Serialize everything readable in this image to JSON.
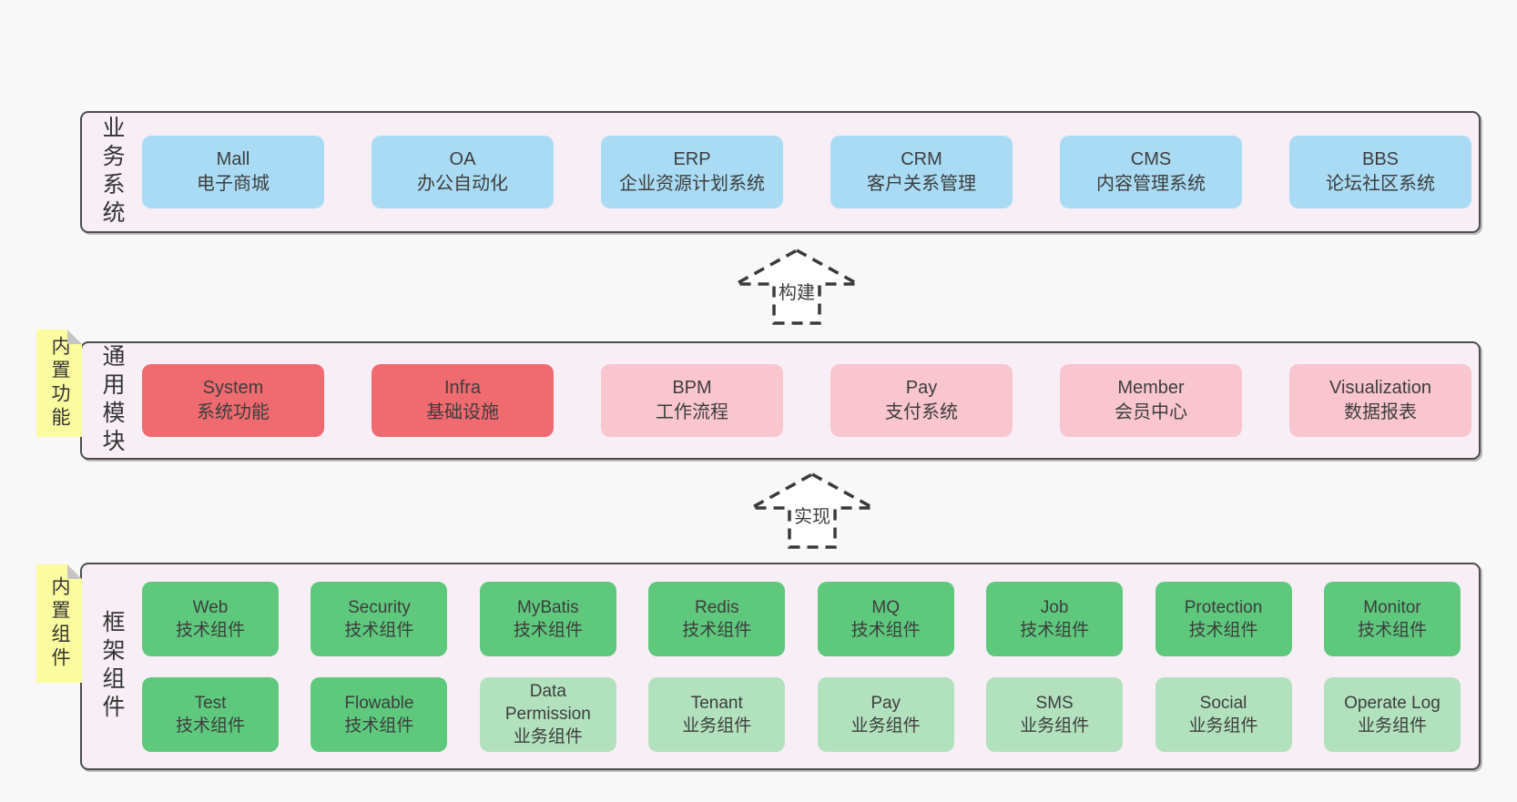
{
  "colors": {
    "page_bg": "#f8f8f8",
    "panel_bg": "#f8eef6",
    "panel_border": "#4d4d4d",
    "box_blue": "#a9dcf4",
    "box_red": "#ef6b6f",
    "box_pink": "#f9c6cf",
    "box_green": "#5ec97d",
    "box_green_light": "#b2e2bd",
    "sticky_yellow": "#fbfb9f",
    "sticky_fold_gray": "#c4c4c4",
    "text": "#3d3d3d"
  },
  "arrows": [
    {
      "label": "构建"
    },
    {
      "label": "实现"
    }
  ],
  "sections": [
    {
      "label": "业务系统",
      "rows": [
        [
          {
            "title": "Mall",
            "subtitle": "电子商城",
            "type": "blue"
          },
          {
            "title": "OA",
            "subtitle": "办公自动化",
            "type": "blue"
          },
          {
            "title": "ERP",
            "subtitle": "企业资源计划系统",
            "type": "blue"
          },
          {
            "title": "CRM",
            "subtitle": "客户关系管理",
            "type": "blue"
          },
          {
            "title": "CMS",
            "subtitle": "内容管理系统",
            "type": "blue"
          },
          {
            "title": "BBS",
            "subtitle": "论坛社区系统",
            "type": "blue"
          }
        ]
      ]
    },
    {
      "label": "通用模块",
      "sticky": "内置功能",
      "rows": [
        [
          {
            "title": "System",
            "subtitle": "系统功能",
            "type": "red"
          },
          {
            "title": "Infra",
            "subtitle": "基础设施",
            "type": "red"
          },
          {
            "title": "BPM",
            "subtitle": "工作流程",
            "type": "pink"
          },
          {
            "title": "Pay",
            "subtitle": "支付系统",
            "type": "pink"
          },
          {
            "title": "Member",
            "subtitle": "会员中心",
            "type": "pink"
          },
          {
            "title": "Visualization",
            "subtitle": "数据报表",
            "type": "pink"
          }
        ]
      ]
    },
    {
      "label": "框架组件",
      "sticky": "内置组件",
      "rows": [
        [
          {
            "title": "Web",
            "subtitle": "技术组件",
            "type": "green"
          },
          {
            "title": "Security",
            "subtitle": "技术组件",
            "type": "green"
          },
          {
            "title": "MyBatis",
            "subtitle": "技术组件",
            "type": "green"
          },
          {
            "title": "Redis",
            "subtitle": "技术组件",
            "type": "green"
          },
          {
            "title": "MQ",
            "subtitle": "技术组件",
            "type": "green"
          },
          {
            "title": "Job",
            "subtitle": "技术组件",
            "type": "green"
          },
          {
            "title": "Protection",
            "subtitle": "技术组件",
            "type": "green"
          },
          {
            "title": "Monitor",
            "subtitle": "技术组件",
            "type": "green"
          }
        ],
        [
          {
            "title": "Test",
            "subtitle": "技术组件",
            "type": "green"
          },
          {
            "title": "Flowable",
            "subtitle": "技术组件",
            "type": "green"
          },
          {
            "title": "Data Permission",
            "subtitle": "业务组件",
            "type": "green-light"
          },
          {
            "title": "Tenant",
            "subtitle": "业务组件",
            "type": "green-light"
          },
          {
            "title": "Pay",
            "subtitle": "业务组件",
            "type": "green-light"
          },
          {
            "title": "SMS",
            "subtitle": "业务组件",
            "type": "green-light"
          },
          {
            "title": "Social",
            "subtitle": "业务组件",
            "type": "green-light"
          },
          {
            "title": "Operate Log",
            "subtitle": "业务组件",
            "type": "green-light"
          }
        ]
      ]
    }
  ]
}
